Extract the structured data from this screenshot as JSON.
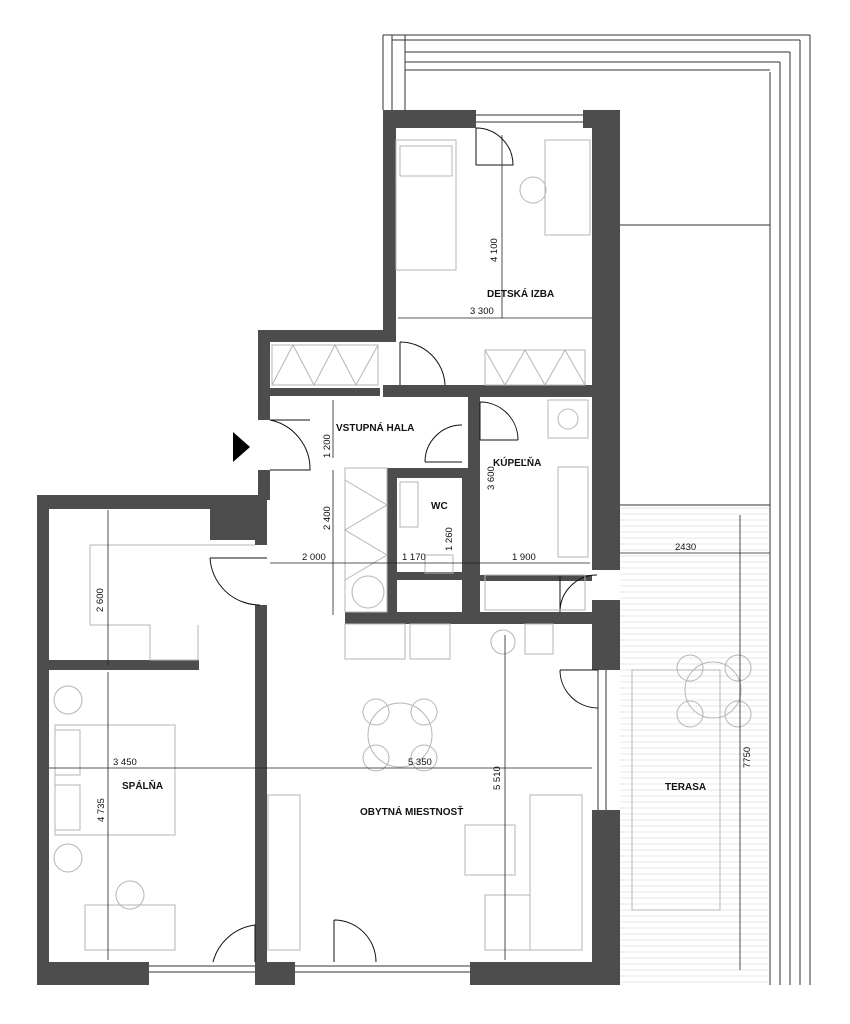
{
  "rooms": {
    "detska_izba": "DETSKÁ IZBA",
    "vstupna_hala": "VSTUPNÁ HALA",
    "kupelna": "KÚPEĽŇA",
    "wc": "WC",
    "spalna": "SPÁLŇA",
    "obytna_miestnost": "OBYTNÁ MIESTNOSŤ",
    "terasa": "TERASA"
  },
  "dimensions": {
    "d4100": "4 100",
    "d3300": "3 300",
    "d1200": "1 200",
    "d3600": "3 600",
    "d2400": "2 400",
    "d2000": "2 000",
    "d1170": "1 170",
    "d1260": "1 260",
    "d1900": "1 900",
    "d2430": "2430",
    "d2600": "2 600",
    "d3450": "3 450",
    "d5350": "5 350",
    "d4735": "4 735",
    "d5510": "5 510",
    "d7750": "7750"
  },
  "colors": {
    "wall": "#4d4d4d",
    "furniture": "#b5b5b5"
  },
  "icons": {
    "entrance": "entrance-arrow-icon"
  }
}
